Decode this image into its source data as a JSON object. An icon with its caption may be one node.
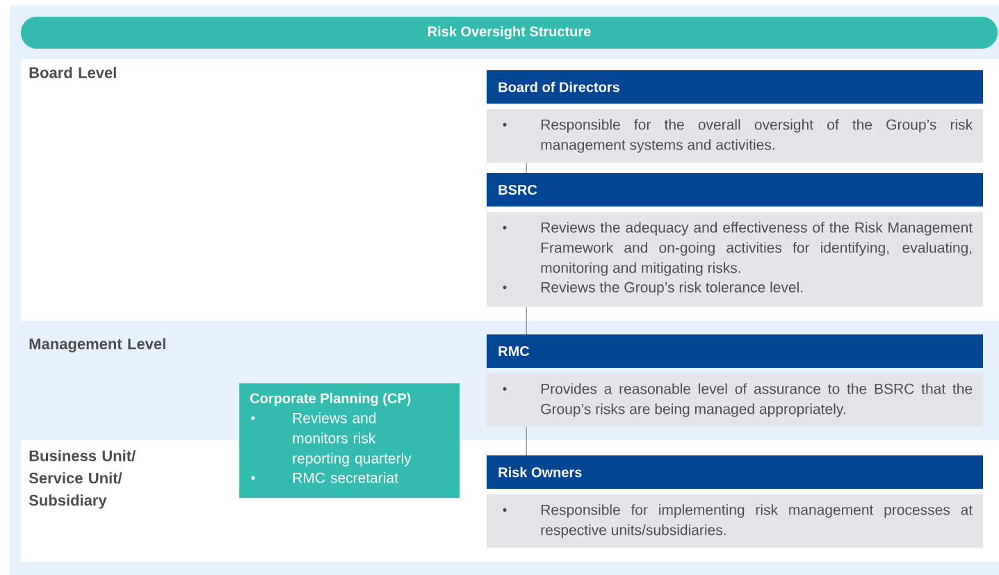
{
  "diagram": {
    "title": "Risk Oversight Structure",
    "nodes": [
      {
        "text": [
          "Board of Directors",
          "Responsible for the overall oversight of the Group’s risk management systems and activities."
        ]
      },
      {
        "text": [
          "BSRC",
          "Reviews the adequacy and effectiveness of the Risk Management Framework and on-going activities for identifying, evaluating, monitoring and mitigating risks.",
          "Reviews the Group’s risk tolerance level."
        ]
      },
      {
        "text": [
          "RMC",
          "Provides a reasonable level of assurance to the BSRC that the Group’s risks are being managed appropriately."
        ]
      },
      {
        "text": [
          "Corporate Planning (CP)",
          "Reviews and monitors risk reporting quarterly",
          "RMC secretariat"
        ]
      },
      {
        "text": [
          "Risk Owners",
          "Responsible for implementing risk management processes at respective units/subsidiaries."
        ]
      }
    ],
    "edges": [
      {
        "from": 0,
        "to": 1,
        "arrow": "none"
      },
      {
        "from": 1,
        "to": 2,
        "arrow": "none"
      },
      {
        "from": 2,
        "to": 4,
        "arrow": "none"
      }
    ],
    "labels": [
      "Board Level",
      "Management Level",
      "Business Unit/ Service Unit/ Subsidiary"
    ]
  }
}
